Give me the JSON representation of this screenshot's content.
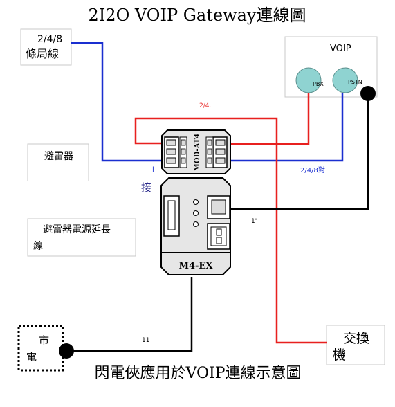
{
  "title": "2I2O VOIP Gateway連線圖",
  "subtitle": "閃電俠應用於VOIP連線示意圖",
  "boxes": {
    "lines_box": {
      "line1": "2/4/8",
      "line2": "條局線"
    },
    "arrester_box": {
      "label": "避雷器",
      "clipped": "MOD"
    },
    "power_box": {
      "line1": "避雷器電源延長",
      "line2": "線"
    },
    "voip_box": {
      "label": "VOIP",
      "pbx": "PBX",
      "pstn": "PSTN"
    },
    "mains_box": {
      "line1": "市",
      "line2": "電"
    },
    "switch_box": {
      "line1": "交換",
      "line2": "機"
    }
  },
  "device": {
    "top_module": "MOD-AT4",
    "bottom_module": "M4-EX"
  },
  "wire_labels": {
    "red_top": "2/4.",
    "blue_right": "2/4/8對",
    "left_mark": "l",
    "connect": "接",
    "black_mid": "1'",
    "black_bottom": "11"
  },
  "colors": {
    "red_wire": "#e8201f",
    "blue_wire": "#1a2fd0",
    "black_wire": "#000000",
    "voip_circle_fill": "#8fd3d1",
    "module_fill": "#e6e6e6"
  }
}
